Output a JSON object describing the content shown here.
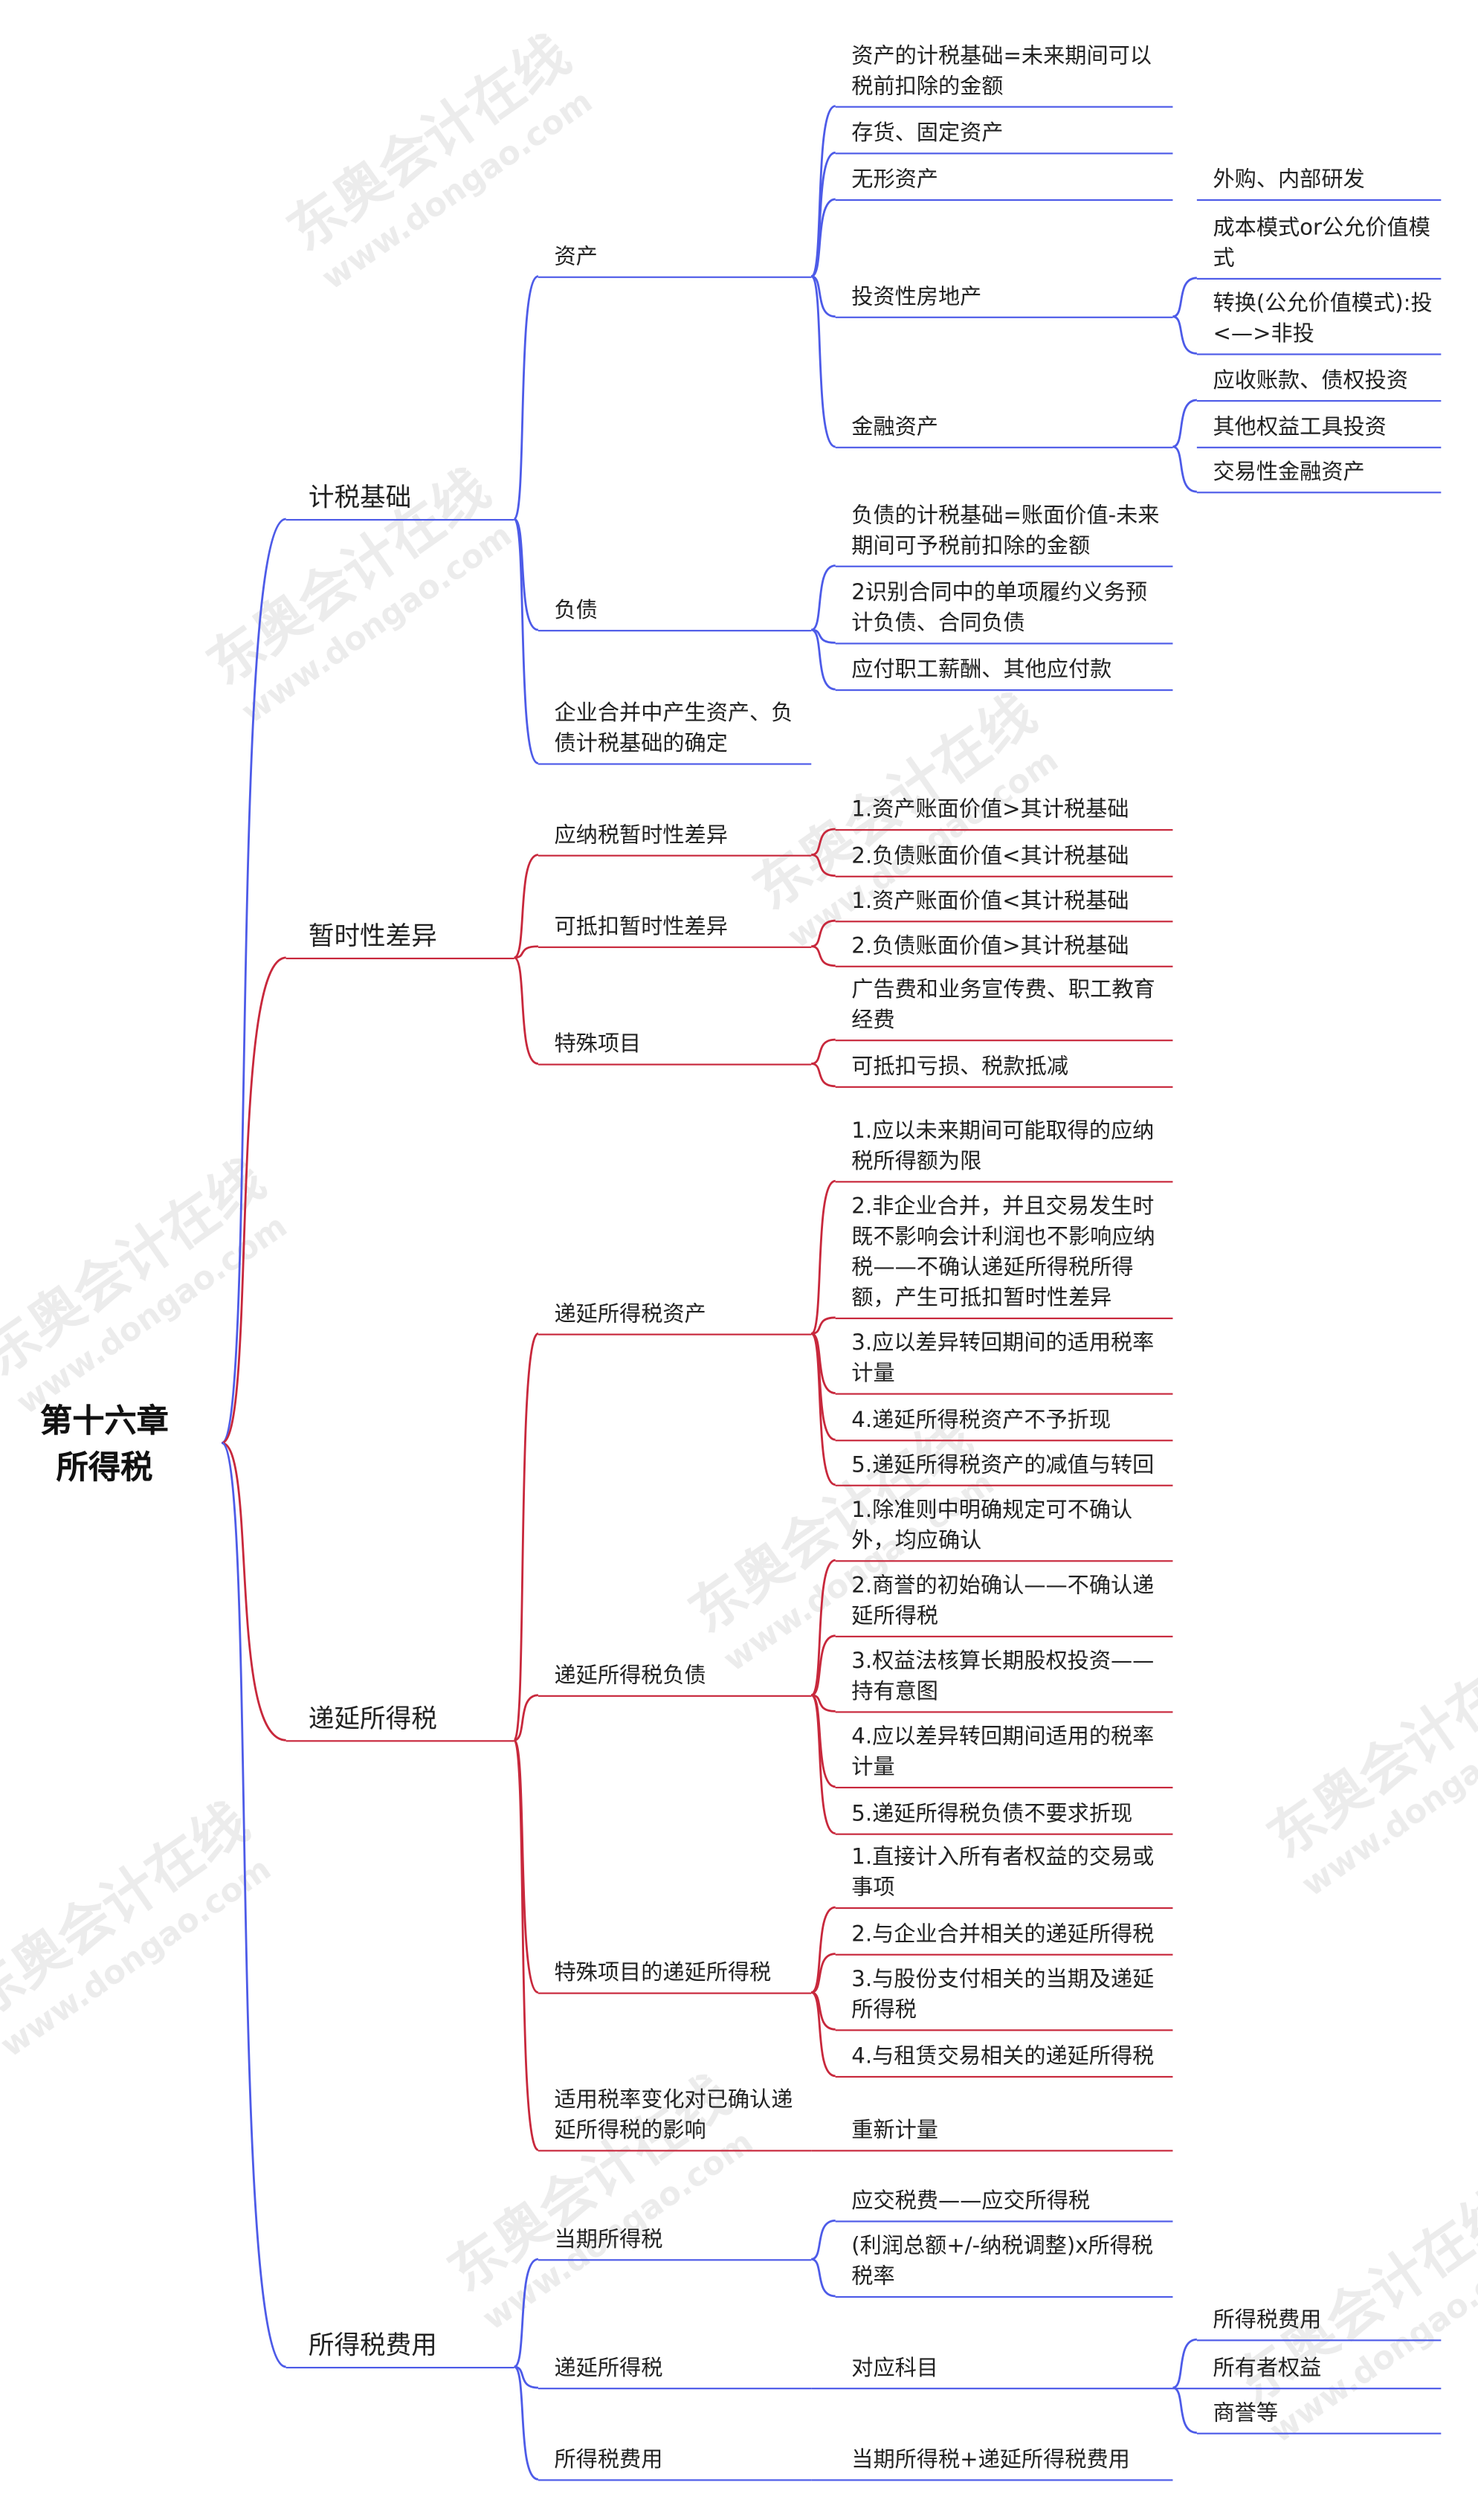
{
  "watermark": {
    "brand": "东奥会计在线",
    "site": "www.dongao.com"
  },
  "colors": {
    "blue": "#4d5be8",
    "red": "#c8283c"
  },
  "root": {
    "line1": "第十六章",
    "line2": "所得税"
  },
  "b": [
    {
      "label": "计税基础",
      "c": [
        {
          "label": "资产",
          "c": [
            {
              "label": "资产的计税基础=未来期间可以税前扣除的金额"
            },
            {
              "label": "存货、固定资产"
            },
            {
              "label": "无形资产",
              "c": [
                {
                  "label": "外购、内部研发"
                }
              ]
            },
            {
              "label": "投资性房地产",
              "c": [
                {
                  "label": "成本模式or公允价值模式"
                },
                {
                  "label": "转换(公允价值模式):投<—>非投"
                }
              ]
            },
            {
              "label": "金融资产",
              "c": [
                {
                  "label": "应收账款、债权投资"
                },
                {
                  "label": "其他权益工具投资"
                },
                {
                  "label": "交易性金融资产"
                }
              ]
            }
          ]
        },
        {
          "label": "负债",
          "c": [
            {
              "label": "负债的计税基础=账面价值-未来期间可予税前扣除的金额"
            },
            {
              "label": "2识别合同中的单项履约义务预计负债、合同负债"
            },
            {
              "label": "应付职工薪酬、其他应付款"
            }
          ]
        },
        {
          "label": "企业合并中产生资产、负债计税基础的确定"
        }
      ]
    },
    {
      "label": "暂时性差异",
      "c": [
        {
          "label": "应纳税暂时性差异",
          "c": [
            {
              "label": "1.资产账面价值>其计税基础"
            },
            {
              "label": "2.负债账面价值<其计税基础"
            }
          ]
        },
        {
          "label": "可抵扣暂时性差异",
          "c": [
            {
              "label": "1.资产账面价值<其计税基础"
            },
            {
              "label": "2.负债账面价值>其计税基础"
            }
          ]
        },
        {
          "label": "特殊项目",
          "c": [
            {
              "label": "广告费和业务宣传费、职工教育经费"
            },
            {
              "label": "可抵扣亏损、税款抵减"
            }
          ]
        }
      ]
    },
    {
      "label": "递延所得税",
      "c": [
        {
          "label": "递延所得税资产",
          "c": [
            {
              "label": "1.应以未来期间可能取得的应纳税所得额为限"
            },
            {
              "label": "2.非企业合并，并且交易发生时既不影响会计利润也不影响应纳税——不确认递延所得税所得额，产生可抵扣暂时性差异"
            },
            {
              "label": "3.应以差异转回期间的适用税率计量"
            },
            {
              "label": "4.递延所得税资产不予折现"
            },
            {
              "label": "5.递延所得税资产的减值与转回"
            }
          ]
        },
        {
          "label": "递延所得税负债",
          "c": [
            {
              "label": "1.除准则中明确规定可不确认外，均应确认"
            },
            {
              "label": "2.商誉的初始确认——不确认递延所得税"
            },
            {
              "label": "3.权益法核算长期股权投资——持有意图"
            },
            {
              "label": "4.应以差异转回期间适用的税率计量"
            },
            {
              "label": "5.递延所得税负债不要求折现"
            }
          ]
        },
        {
          "label": "特殊项目的递延所得税",
          "c": [
            {
              "label": "1.直接计入所有者权益的交易或事项"
            },
            {
              "label": "2.与企业合并相关的递延所得税"
            },
            {
              "label": "3.与股份支付相关的当期及递延所得税"
            },
            {
              "label": "4.与租赁交易相关的递延所得税"
            }
          ]
        },
        {
          "label": "适用税率变化对已确认递延所得税的影响",
          "c": [
            {
              "label": "重新计量"
            }
          ]
        }
      ]
    },
    {
      "label": "所得税费用",
      "c": [
        {
          "label": "当期所得税",
          "c": [
            {
              "label": "应交税费——应交所得税"
            },
            {
              "label": "(利润总额+/-纳税调整)x所得税税率"
            }
          ]
        },
        {
          "label": "递延所得税",
          "c": [
            {
              "label": "对应科目",
              "c": [
                {
                  "label": "所得税费用"
                },
                {
                  "label": "所有者权益"
                },
                {
                  "label": "商誉等"
                }
              ]
            }
          ]
        },
        {
          "label": "所得税费用",
          "c": [
            {
              "label": "当期所得税+递延所得税费用"
            }
          ]
        }
      ]
    }
  ]
}
